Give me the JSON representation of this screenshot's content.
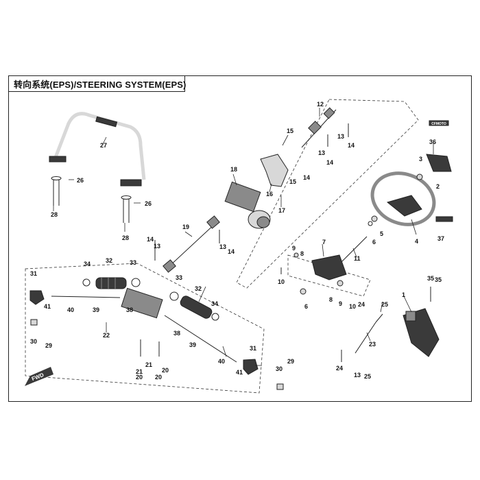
{
  "title": "转向系统(EPS)/STEERING SYSTEM(EPS)",
  "badges": {
    "fwd": "FWD",
    "airbag_label": "CFMOTO"
  },
  "part_numbers": [
    "1",
    "2",
    "3",
    "4",
    "5",
    "6",
    "7",
    "8",
    "9",
    "10",
    "11",
    "12",
    "13",
    "14",
    "15",
    "16",
    "17",
    "18",
    "19",
    "20",
    "21",
    "22",
    "23",
    "24",
    "25",
    "26",
    "27",
    "28",
    "29",
    "30",
    "31",
    "32",
    "33",
    "34",
    "35",
    "36",
    "37",
    "38",
    "39",
    "40",
    "41"
  ],
  "colors": {
    "line": "#222222",
    "part_dark": "#3a3a3a",
    "part_mid": "#8a8a8a",
    "part_light": "#d8d8d8"
  }
}
